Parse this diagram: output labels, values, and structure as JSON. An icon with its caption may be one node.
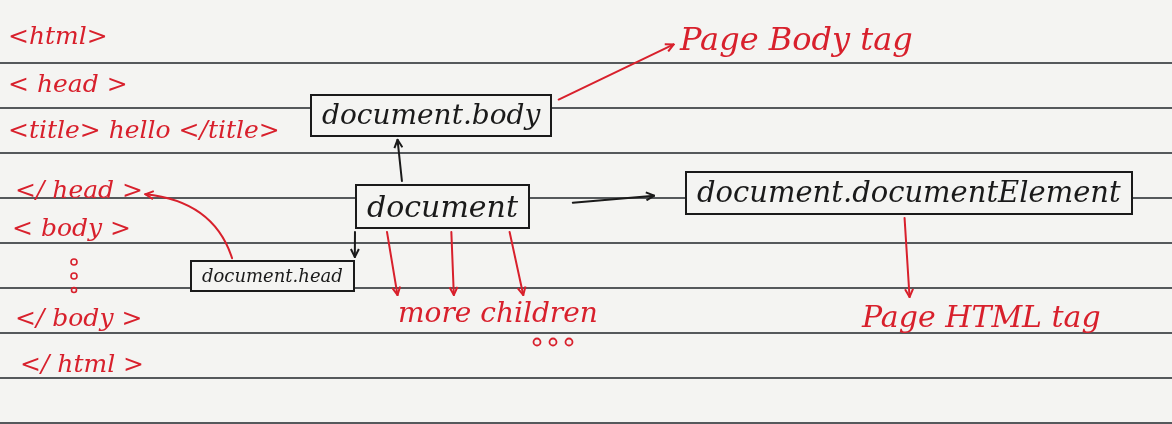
{
  "diagram": {
    "nodes": [
      {
        "text": [
          "document.body"
        ]
      },
      {
        "text": [
          "document"
        ]
      },
      {
        "text": [
          "document.documentElement"
        ]
      },
      {
        "text": [
          "document.head"
        ]
      },
      {
        "text": [
          "Page Body tag"
        ]
      },
      {
        "text": [
          "more children"
        ]
      },
      {
        "text": [
          "Page HTML tag"
        ]
      },
      {
        "text": [
          "</ head >"
        ]
      }
    ],
    "edges": [
      {
        "from": 1,
        "to": 0,
        "arrow": "to",
        "color": "#1a1a1a"
      },
      {
        "from": 1,
        "to": 2,
        "arrow": "to",
        "color": "#1a1a1a"
      },
      {
        "from": 1,
        "to": 3,
        "arrow": "to",
        "color": "#1a1a1a"
      },
      {
        "from": 0,
        "to": 4,
        "arrow": "to"
      },
      {
        "from": 2,
        "to": 6,
        "arrow": "to"
      },
      {
        "from": 1,
        "to": 5,
        "arrow": "to"
      },
      {
        "from": 1,
        "to": 5,
        "arrow": "to"
      },
      {
        "from": 1,
        "to": 5,
        "arrow": "to"
      },
      {
        "from": 3,
        "to": 7,
        "arrow": "to"
      }
    ],
    "labels": [
      "<html>",
      "< head >",
      "<title> hello </title>",
      "< body >",
      "</ body >",
      "</ html >"
    ]
  }
}
